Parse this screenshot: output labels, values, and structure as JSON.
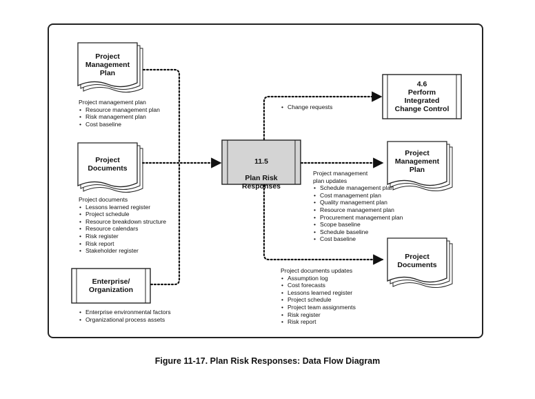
{
  "caption": "Figure 11-17. Plan Risk Responses: Data Flow Diagram",
  "process": {
    "number": "11.5",
    "name": "Plan Risk\nResponses"
  },
  "inputs": {
    "pmp_doc": "Project\nManagement\nPlan",
    "pmp_list": {
      "heading": "Project management plan",
      "items": [
        "Resource management plan",
        "Risk management plan",
        "Cost baseline"
      ]
    },
    "pd_doc": "Project\nDocuments",
    "pd_list": {
      "heading": "Project documents",
      "items": [
        "Lessons learned register",
        "Project schedule",
        "Resource breakdown structure",
        "Resource calendars",
        "Risk register",
        "Risk report",
        "Stakeholder register"
      ]
    },
    "ent_box": "Enterprise/\nOrganization",
    "ent_list": {
      "items": [
        "Enterprise environmental factors",
        "Organizational process assets"
      ]
    }
  },
  "outputs": {
    "icc_box": "4.6\nPerform\nIntegrated\nChange Control",
    "cr_list": {
      "items": [
        "Change requests"
      ]
    },
    "pmp_doc": "Project\nManagement\nPlan",
    "pmp_list": {
      "heading": "Project management\nplan updates",
      "items": [
        "Schedule management plan",
        "Cost management plan",
        "Quality management plan",
        "Resource management plan",
        "Procurement management plan",
        "Scope baseline",
        "Schedule baseline",
        "Cost baseline"
      ]
    },
    "pd_doc": "Project\nDocuments",
    "pd_list": {
      "heading": "Project documents updates",
      "items": [
        "Assumption log",
        "Cost forecasts",
        "Lessons learned register",
        "Project schedule",
        "Project team assignments",
        "Risk register",
        "Risk report"
      ]
    }
  }
}
